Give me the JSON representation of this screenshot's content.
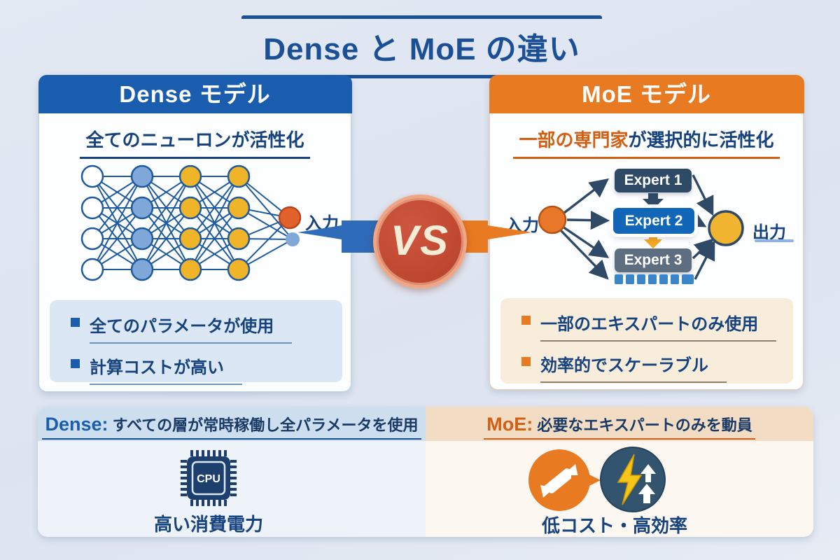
{
  "title": "Dense と MoE の違い",
  "vs_label": "VS",
  "left_panel": {
    "header": "Dense モデル",
    "subtitle": "全てのニューロンが活性化",
    "input_label": "入力",
    "bullets": [
      "全てのパラメータが使用",
      "計算コストが高い"
    ],
    "network": {
      "nodes_per_layer": 4,
      "layer_colors": [
        "#ffffff",
        "#7fa8d9",
        "#f0b429",
        "#f0b429"
      ],
      "line_color": "#1d5aa0",
      "output_color": "#e2622b",
      "aux_color": "#7fa8d9"
    }
  },
  "right_panel": {
    "header": "MoE モデル",
    "subtitle_highlight": "一部の専門家",
    "subtitle_rest": "が選択的に活性化",
    "input_label": "入力",
    "output_label": "出力",
    "experts": [
      {
        "label": "Expert 1",
        "color": "#2e4a66",
        "active": false
      },
      {
        "label": "Expert 2",
        "color": "#1266b8",
        "active": true
      },
      {
        "label": "Expert 3",
        "color": "#5c6e80",
        "active": false
      }
    ],
    "bullets": [
      "一部のエキスパートのみ使用",
      "効率的でスケーラブル"
    ]
  },
  "bottom": {
    "left": {
      "prefix": "Dense:",
      "text": " すべての層が常時稼働し全パラメータを使用",
      "chip_label": "CPU",
      "caption": "高い消費電力"
    },
    "right": {
      "prefix": "MoE:",
      "text": " 必要なエキスパートのみを動員",
      "caption": "低コスト・高効率"
    }
  },
  "icons": {
    "cpu": "cpu-chip-icon",
    "swap": "swap-arrows-icon",
    "bolt": "lightning-efficiency-icon"
  },
  "colors": {
    "blue": "#1a5dae",
    "orange": "#e87a22",
    "navy_text": "#16437e",
    "vs_red": "#c24a32",
    "expert_active": "#1266b8"
  }
}
